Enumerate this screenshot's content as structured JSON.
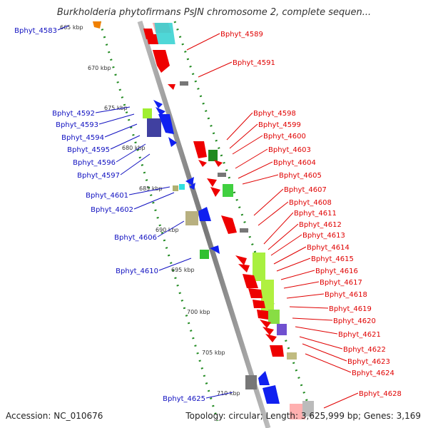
{
  "title": "Burkholderia phytofirmans PsJN chromosome 2, complete sequen...",
  "accession": "Accession: NC_010676",
  "topology": "Topology: circular; Length: 3,625,999 bp; Genes: 3,169",
  "kbp_ticks": [
    "665 kbp",
    "670 kbp",
    "675 kbp",
    "680 kbp",
    "685 kbp",
    "690 kbp",
    "695 kbp",
    "700 kbp",
    "705 kbp",
    "710 kbp"
  ],
  "left_genes": [
    "Bphyt_4583",
    "Bphyt_4592",
    "Bphyt_4593",
    "Bphyt_4594",
    "Bphyt_4595",
    "Bphyt_4596",
    "Bphyt_4597",
    "Bphyt_4601",
    "Bphyt_4602",
    "Bphyt_4606",
    "Bphyt_4610",
    "Bphyt_4625"
  ],
  "right_genes": [
    "Bphyt_4589",
    "Bphyt_4591",
    "Bphyt_4598",
    "Bphyt_4599",
    "Bphyt_4600",
    "Bphyt_4603",
    "Bphyt_4604",
    "Bphyt_4605",
    "Bphyt_4607",
    "Bphyt_4608",
    "Bphyt_4611",
    "Bphyt_4612",
    "Bphyt_4613",
    "Bphyt_4614",
    "Bphyt_4615",
    "Bphyt_4616",
    "Bphyt_4617",
    "Bphyt_4618",
    "Bphyt_4619",
    "Bphyt_4620",
    "Bphyt_4621",
    "Bphyt_4622",
    "Bphyt_4623",
    "Bphyt_4624",
    "Bphyt_4628"
  ],
  "colors": {
    "left_label": "#1010c0",
    "right_label": "#e00000",
    "backbone": "#888888",
    "tick": "#228b22"
  }
}
